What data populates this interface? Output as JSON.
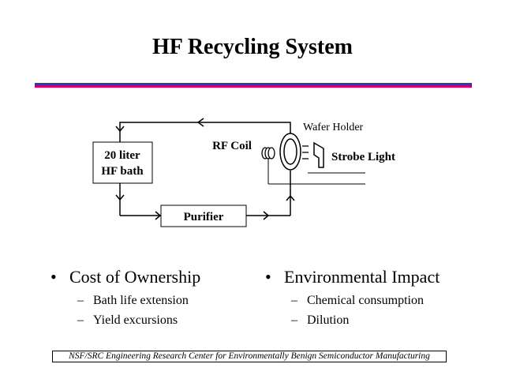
{
  "title": "HF Recycling System",
  "colors": {
    "rule_top": "#3333cc",
    "rule_bottom": "#cc0066",
    "line": "#000000"
  },
  "diagram": {
    "bath_line1": "20 liter",
    "bath_line2": "HF bath",
    "rf_coil": "RF Coil",
    "wafer_holder": "Wafer Holder",
    "strobe_light": "Strobe Light",
    "purifier": "Purifier"
  },
  "bullets": {
    "left": {
      "heading": "Cost of Ownership",
      "items": [
        "Bath life extension",
        "Yield excursions"
      ]
    },
    "right": {
      "heading": "Environmental Impact",
      "items": [
        "Chemical consumption",
        "Dilution"
      ]
    }
  },
  "footer": "NSF/SRC Engineering Research Center for Environmentally Benign Semiconductor Manufacturing"
}
